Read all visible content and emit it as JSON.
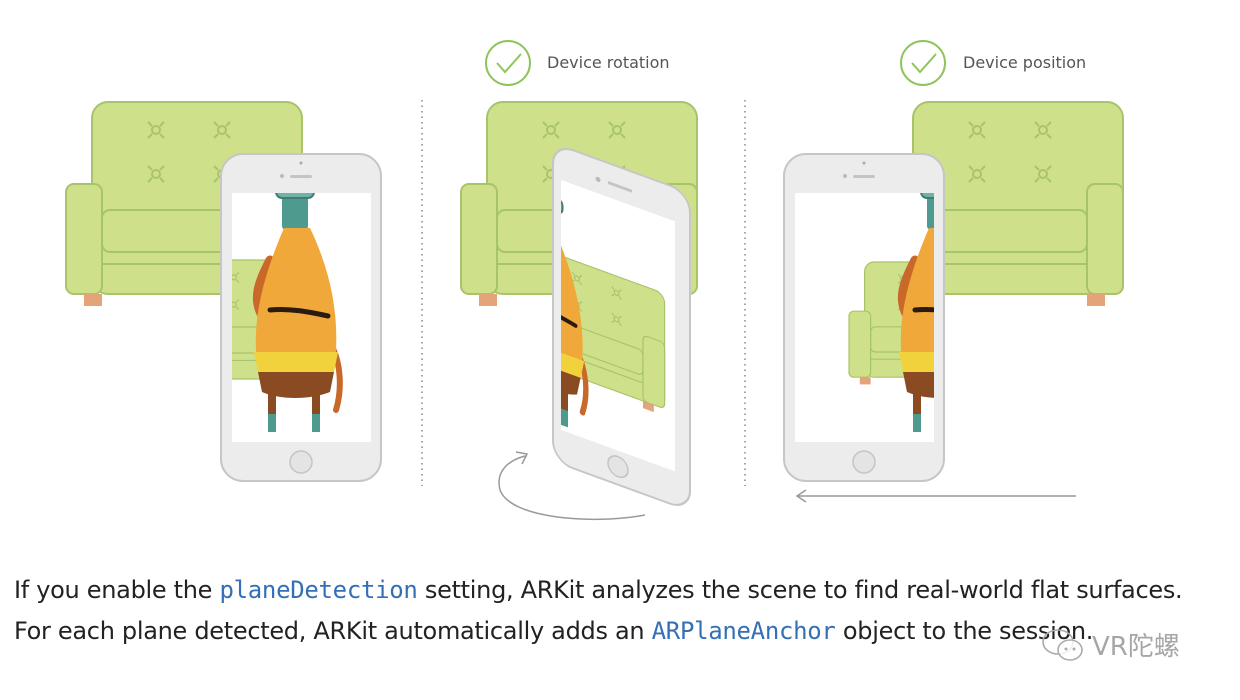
{
  "illustration": {
    "panels": [
      {
        "label": ""
      },
      {
        "label": "Device rotation",
        "icon": "checkmark-circle-icon"
      },
      {
        "label": "Device position",
        "icon": "checkmark-circle-icon"
      }
    ],
    "colors": {
      "sofa": "#cfe08a",
      "sofa_stroke": "#a8c46a",
      "leg": "#e3a47a",
      "phone": "#ececec",
      "check": "#8fc45a"
    }
  },
  "paragraph": {
    "t1": "If you enable the ",
    "code1": "planeDetection",
    "t2": " setting, ARKit analyzes the scene to find real-world flat surfaces. For each plane detected, ARKit automatically adds an ",
    "code2": "ARPlaneAnchor",
    "t3": " object to the session."
  },
  "watermark": {
    "text": "VR陀螺"
  }
}
